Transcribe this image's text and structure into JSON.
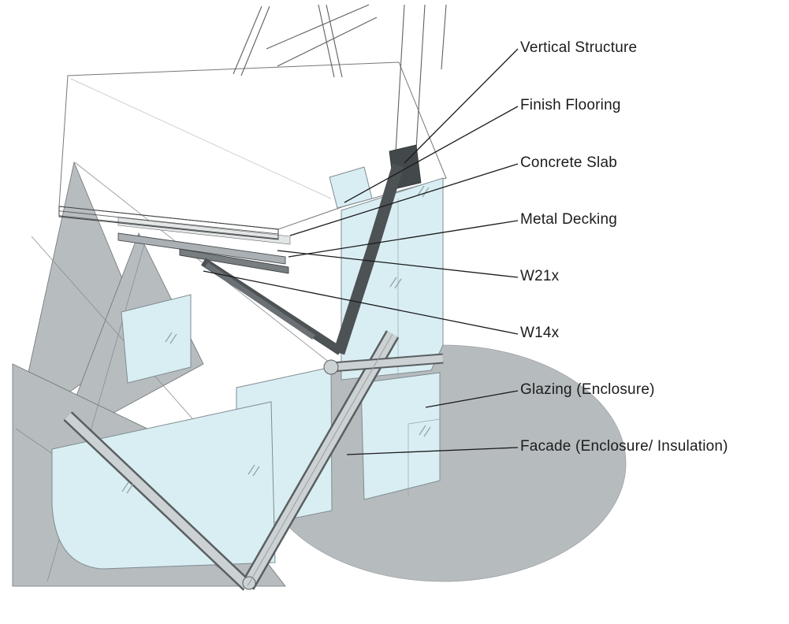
{
  "figure": {
    "description": "Axonometric construction detail drawing with labeled building systems"
  },
  "callouts": [
    {
      "id": "vertical-structure",
      "label": "Vertical Structure"
    },
    {
      "id": "finish-flooring",
      "label": "Finish Flooring"
    },
    {
      "id": "concrete-slab",
      "label": "Concrete Slab"
    },
    {
      "id": "metal-decking",
      "label": "Metal Decking"
    },
    {
      "id": "w21x",
      "label": "W21x"
    },
    {
      "id": "w14x",
      "label": "W14x"
    },
    {
      "id": "glazing",
      "label": "Glazing (Enclosure)"
    },
    {
      "id": "facade",
      "label": "Facade (Enclosure/ Insulation)"
    }
  ],
  "colors": {
    "background": "#ffffff",
    "glazing_blue": "#d9eef3",
    "facade_gray": "#b7bcbf",
    "ground_gray": "#b6bbbe",
    "member_light": "#ccd1d3",
    "steel_dark": "#4d5255",
    "line": "#1a1a1a",
    "label_text": "#1c1c1c"
  }
}
